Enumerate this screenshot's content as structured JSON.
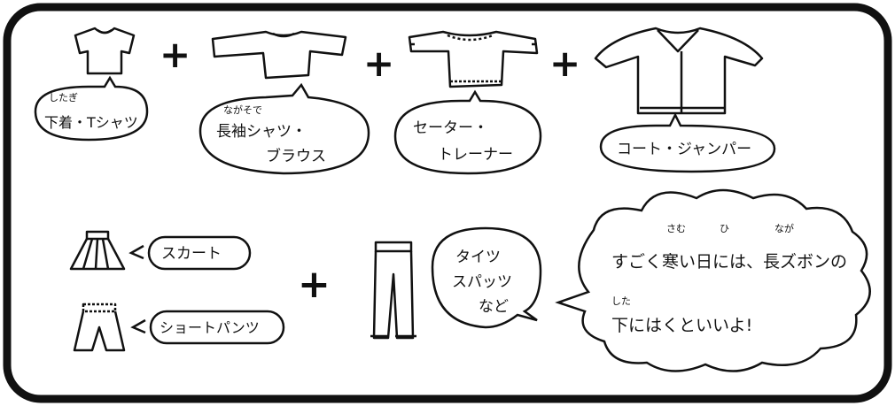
{
  "layering_row": {
    "items": [
      {
        "ruby": "したぎ",
        "label": "下着・Tシャツ",
        "icon": "tshirt-icon"
      },
      {
        "ruby": "ながそで",
        "label_line1": "長袖シャツ・",
        "label_line2": "ブラウス",
        "icon": "long-sleeve-shirt-icon"
      },
      {
        "label_line1": "セーター・",
        "label_line2": "トレーナー",
        "icon": "sweater-icon"
      },
      {
        "label": "コート・ジャンパー",
        "icon": "coat-icon"
      }
    ],
    "plus": "+"
  },
  "bottoms": {
    "skirt_label": "スカート",
    "shorts_label": "ショートパンツ",
    "plus": "+",
    "tights_line1": "タイツ",
    "tights_line2": "スパッツ",
    "tights_line3": "など"
  },
  "tip": {
    "ruby_samu": "さむ",
    "ruby_hi": "ひ",
    "ruby_naga": "なが",
    "line1": "すごく寒い日には、長ズボンの",
    "ruby_shita": "した",
    "line2": "下にはくといいよ!"
  }
}
